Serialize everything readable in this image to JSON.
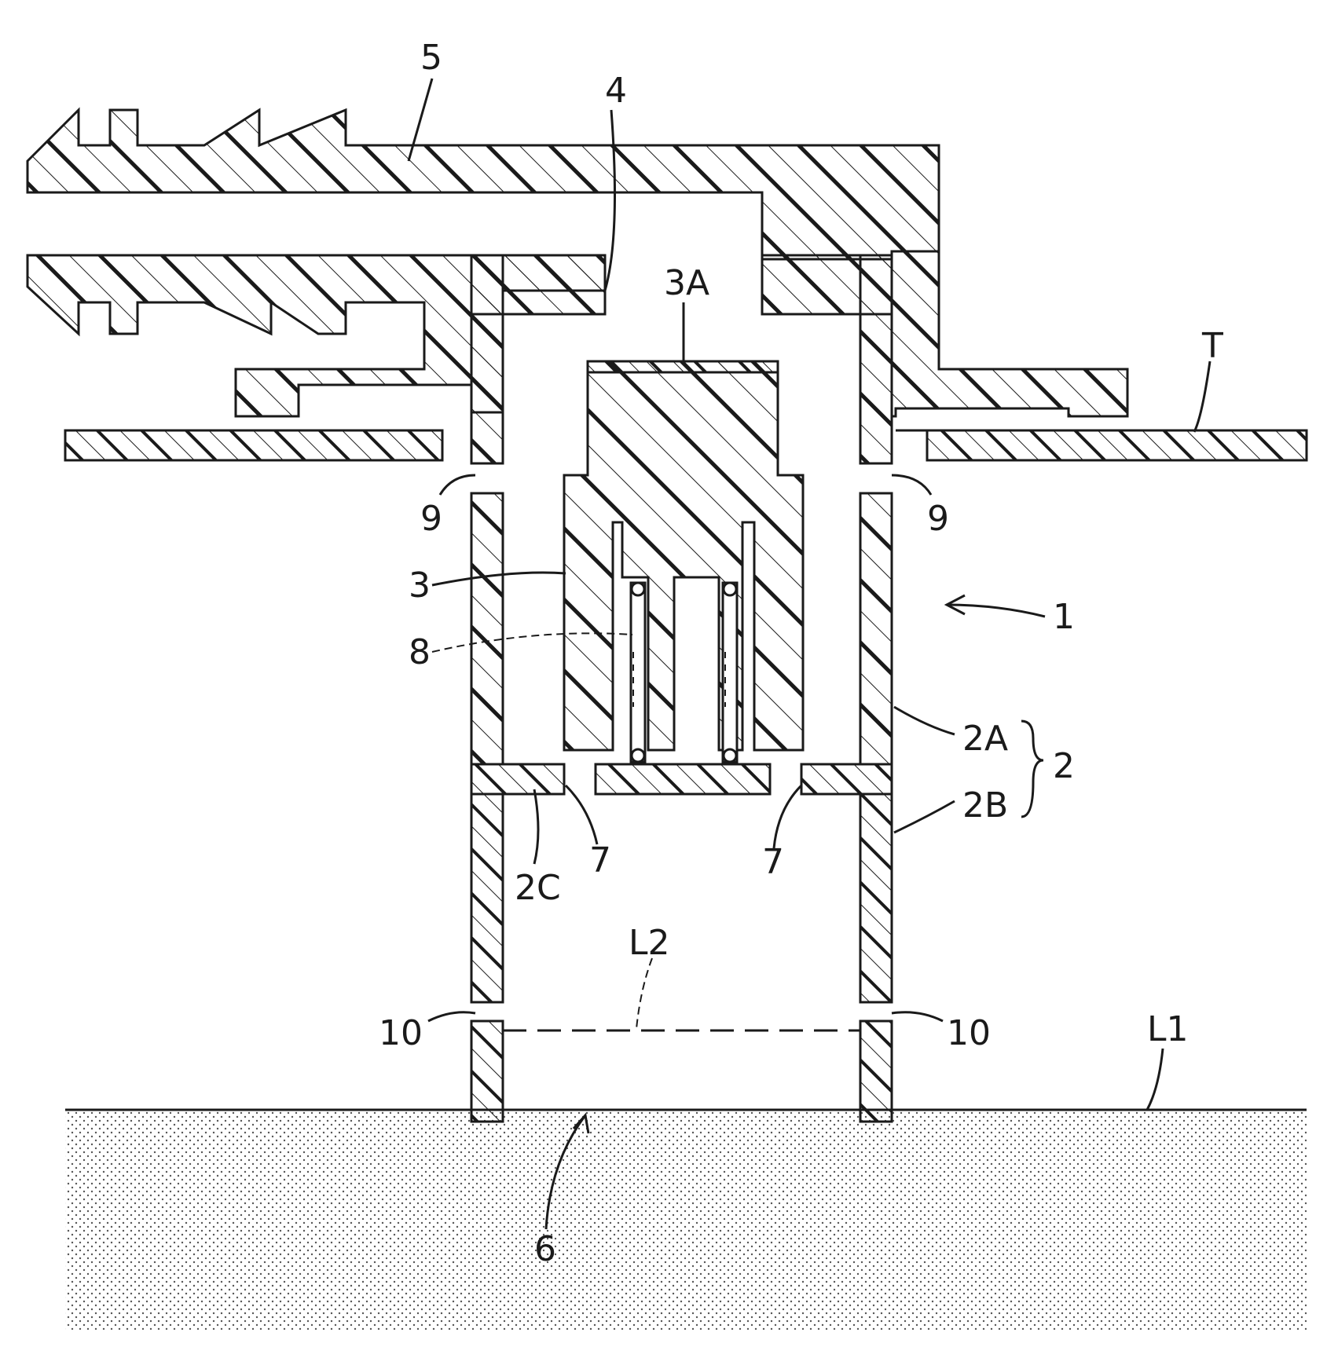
{
  "labels": {
    "l5": "5",
    "l4": "4",
    "l3A": "3A",
    "lT": "T",
    "l9left": "9",
    "l9right": "9",
    "l3": "3",
    "l1": "1",
    "l8": "8",
    "l2A": "2A",
    "l2": "2",
    "l2B": "2B",
    "l2C": "2C",
    "l7left": "7",
    "l7right": "7",
    "lL2": "L2",
    "l10left": "10",
    "l10right": "10",
    "lL1": "L1",
    "l6": "6"
  },
  "colors": {
    "ink": "#1a1a1a",
    "background": "#ffffff",
    "liquid_dots": "#555555"
  }
}
